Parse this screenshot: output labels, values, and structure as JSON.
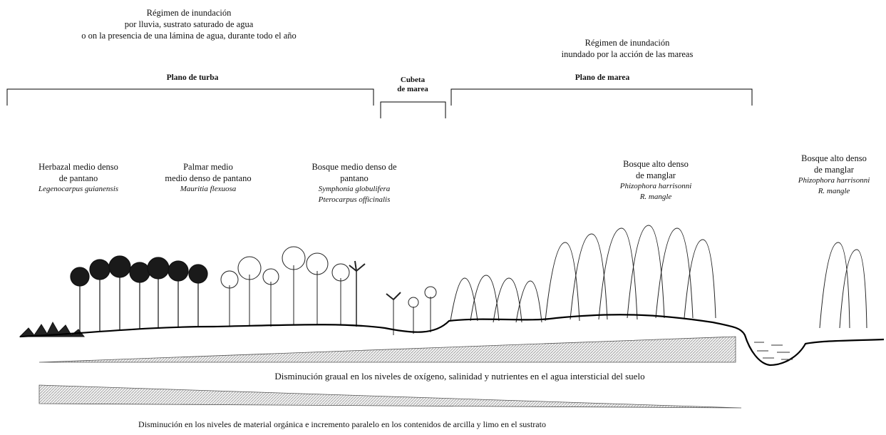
{
  "regimes": {
    "left": [
      "Régimen de inundación",
      "por lluvia, sustrato saturado de agua",
      "o on la presencia de una lámina de agua, durante todo el año"
    ],
    "right": [
      "Régimen de inundación",
      "inundado por la acción de las mareas"
    ]
  },
  "zones": {
    "peat": "Plano de turba",
    "basin_line1": "Cubeta",
    "basin_line2": "de marea",
    "tidal": "Plano de marea"
  },
  "communities": [
    {
      "lines": [
        "Herbazal medio denso",
        "de pantano"
      ],
      "species": [
        "Legenocarpus  guianensis"
      ]
    },
    {
      "lines": [
        "Palmar medio",
        "medio denso de pantano"
      ],
      "species": [
        "Mauritia flexuosa"
      ]
    },
    {
      "lines": [
        "Bosque medio denso de",
        "pantano"
      ],
      "species": [
        "Symphonia  globulifera",
        "Pterocarpus  officinalis"
      ]
    },
    {
      "lines": [
        "Bosque alto denso",
        "de manglar"
      ],
      "species": [
        "Phizophora harrisonni",
        "R. mangle"
      ]
    },
    {
      "lines": [
        "Bosque alto denso",
        "de manglar"
      ],
      "species": [
        "Phizophora harrisonni",
        "R. mangle"
      ]
    }
  ],
  "gradients": {
    "oxygen": "Disminución graual en los niveles de oxígeno, salinidad y nutrientes en el agua intersticial del suelo",
    "organic": "Disminución en los niveles de material orgánica e incremento paralelo en los contenidos de arcilla y limo en el sustrato"
  }
}
